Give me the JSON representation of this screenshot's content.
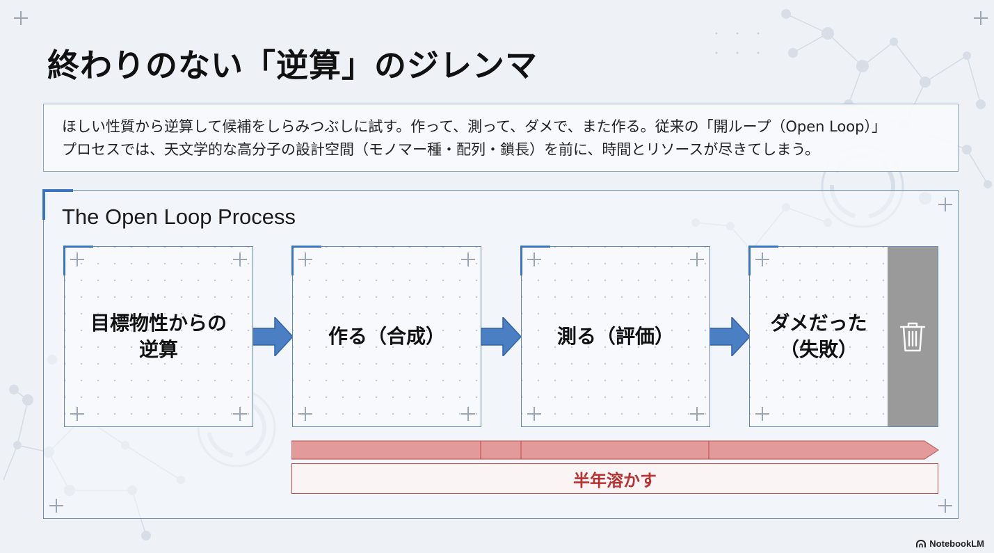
{
  "title": "終わりのない「逆算」のジレンマ",
  "description": {
    "line1": "ほしい性質から逆算して候補をしらみつぶしに試す。作って、測って、ダメで、また作る。従来の「開ループ（Open Loop）」",
    "line2": "プロセスでは、天文学的な高分子の設計空間（モノマー種・配列・鎖長）を前に、時間とリソースが尽きてしまう。"
  },
  "panel": {
    "title": "The Open Loop Process",
    "steps": [
      {
        "label": "目標物性からの\n逆算"
      },
      {
        "label": "作る（合成）"
      },
      {
        "label": "測る（評価）"
      },
      {
        "label": "ダメだった\n（失敗）",
        "icon": "trash-icon"
      }
    ],
    "timeline_label": "半年溶かす"
  },
  "watermark": "NotebookLM",
  "colors": {
    "accent": "#3a73bf",
    "arrow": "#4a7fc4",
    "timeline": "#e39a9a",
    "timeline_text": "#b83232",
    "trash_strip": "#9a9a9a"
  }
}
